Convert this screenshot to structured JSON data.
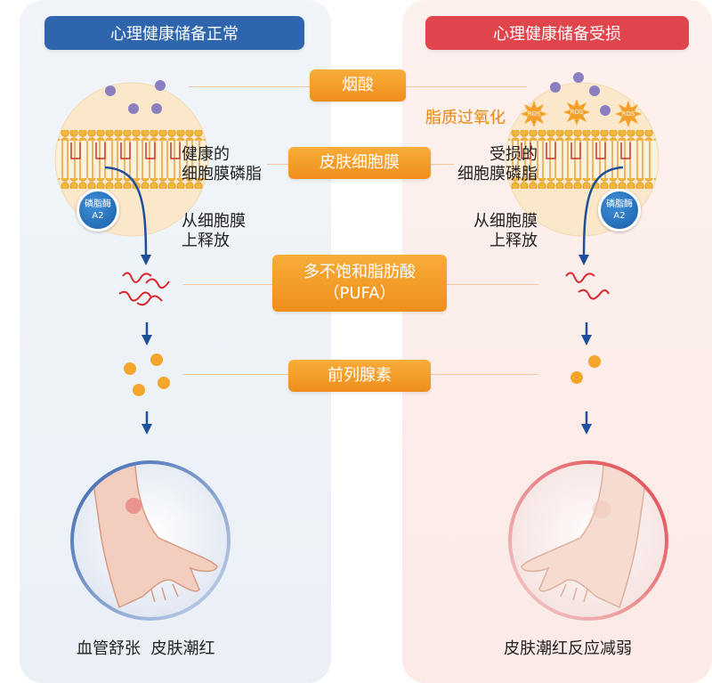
{
  "headers": {
    "left": "心理健康储备正常",
    "right": "心理健康储备受损"
  },
  "center_labels": {
    "niacin": "烟酸",
    "skin_membrane": "皮肤细胞膜",
    "pufa_line1": "多不饱和脂肪酸",
    "pufa_line2": "（PUFA）",
    "prostaglandin": "前列腺素"
  },
  "left_side": {
    "membrane_line1": "健康的",
    "membrane_line2": "细胞膜磷脂",
    "release_line1": "从细胞膜",
    "release_line2": "上释放",
    "enzyme_line1": "磷脂酶",
    "enzyme_line2": "A2",
    "caption": "血管舒张  皮肤潮红"
  },
  "right_side": {
    "lipid_peroxidation": "脂质过氧化",
    "ros_label": "ROS",
    "membrane_line1": "受损的",
    "membrane_line2": "细胞膜磷脂",
    "release_line1": "从细胞膜",
    "release_line2": "上释放",
    "enzyme_line1": "磷脂酶",
    "enzyme_line2": "A2",
    "caption": "皮肤潮红反应减弱"
  },
  "colors": {
    "normal_blue": "#2e65ac",
    "impaired_red": "#e0454c",
    "label_orange": "#f39a24",
    "arrow_blue": "#1d4f9a",
    "pufa_red": "#d9262b",
    "molecule_purple": "#8b7fc2",
    "prostaglandin_orange": "#f4a62c"
  }
}
